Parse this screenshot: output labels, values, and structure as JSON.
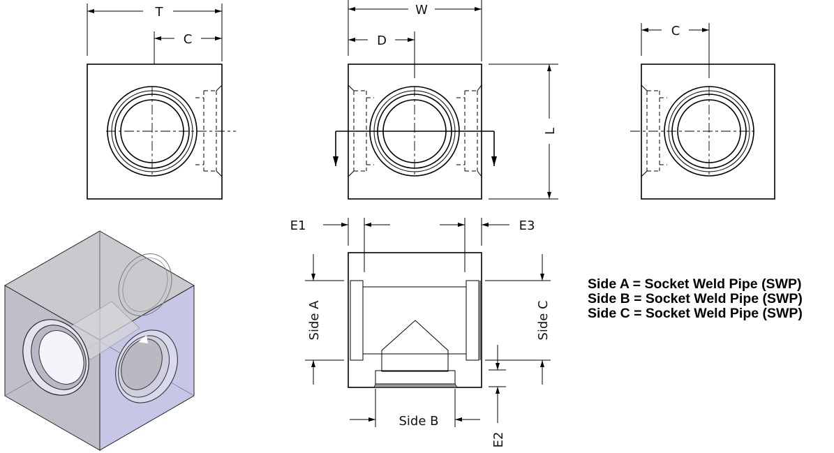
{
  "dimensions": {
    "T": "T",
    "C_left": "C",
    "W": "W",
    "D": "D",
    "L": "L",
    "C_right": "C",
    "E1": "E1",
    "E2": "E2",
    "E3": "E3",
    "side_a": "Side A",
    "side_b": "Side B",
    "side_c": "Side C"
  },
  "legend": [
    "Side A = Socket Weld Pipe (SWP)",
    "Side B = Socket Weld Pipe (SWP)",
    "Side C = Socket Weld Pipe (SWP)"
  ],
  "colors": {
    "iso_top": "#c9c9ce",
    "iso_left": "#bfbfc9",
    "iso_right": "#c6c6e6"
  }
}
